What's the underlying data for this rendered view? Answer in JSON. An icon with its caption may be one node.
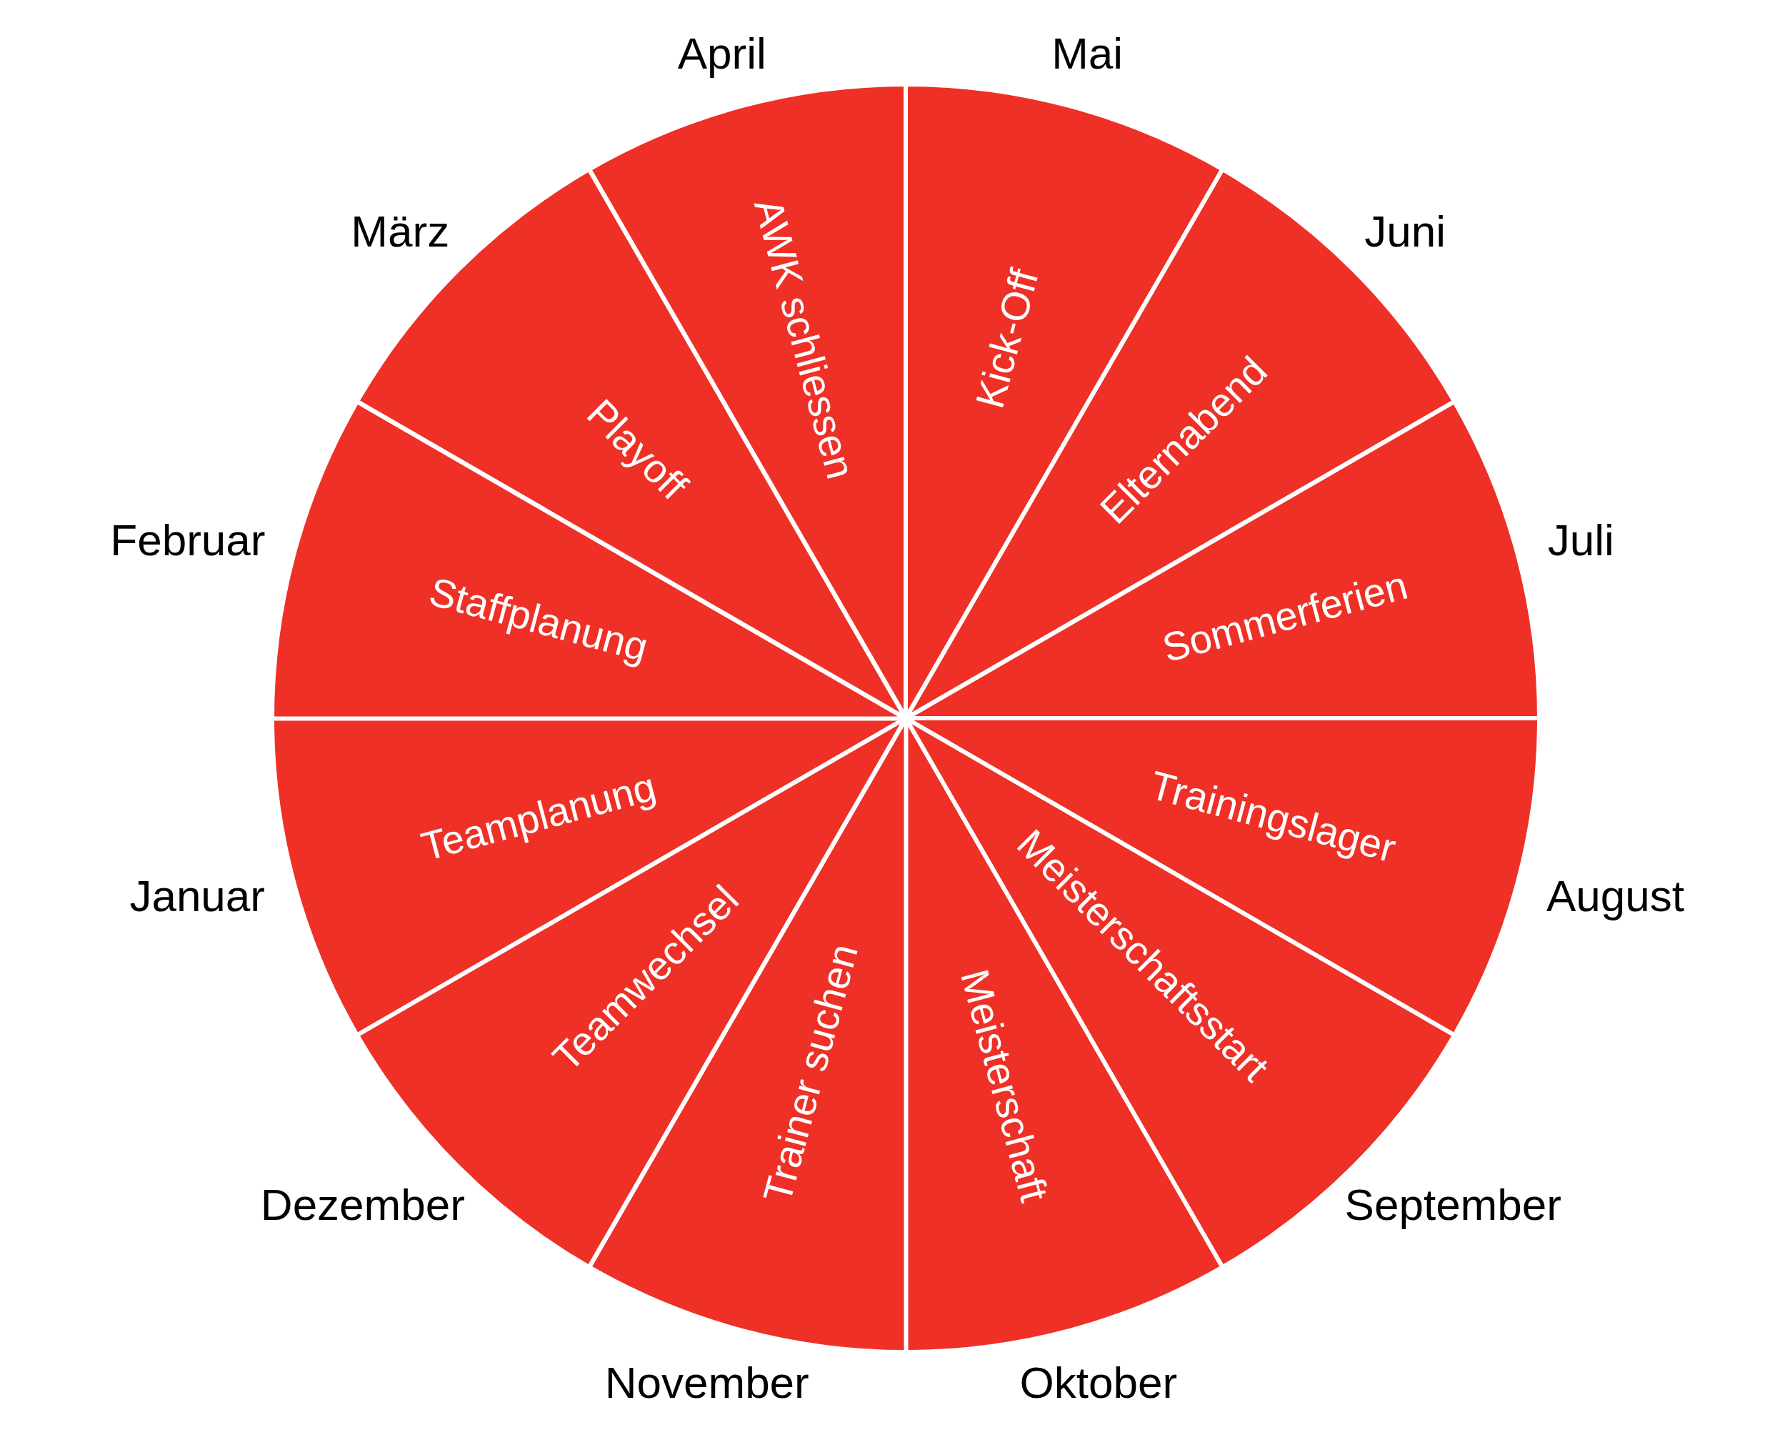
{
  "diagram": {
    "nodes": [
      {
        "text": [
          "Teamplanung"
        ],
        "beside": [
          "Januar"
        ]
      },
      {
        "text": [
          "Staffplanung"
        ],
        "beside": [
          "Februar"
        ]
      },
      {
        "text": [
          "Playoff"
        ],
        "beside": [
          "März"
        ]
      },
      {
        "text": [
          "AWK schliessen"
        ],
        "beside": [
          "April"
        ]
      },
      {
        "text": [
          "Kick-Off"
        ],
        "beside": [
          "Mai"
        ]
      },
      {
        "text": [
          "Elternabend"
        ],
        "beside": [
          "Juni"
        ]
      },
      {
        "text": [
          "Sommerferien"
        ],
        "beside": [
          "Juli"
        ]
      },
      {
        "text": [
          "Trainingslager"
        ],
        "beside": [
          "August"
        ]
      },
      {
        "text": [
          "Meisterschaftsstart"
        ],
        "beside": [
          "September"
        ]
      },
      {
        "text": [
          "Meisterschaft"
        ],
        "beside": [
          "Oktober"
        ]
      },
      {
        "text": [
          "Trainer suchen"
        ],
        "beside": [
          "November"
        ]
      },
      {
        "text": [
          "Teamwechsel"
        ],
        "beside": [
          "Dezember"
        ]
      }
    ]
  }
}
